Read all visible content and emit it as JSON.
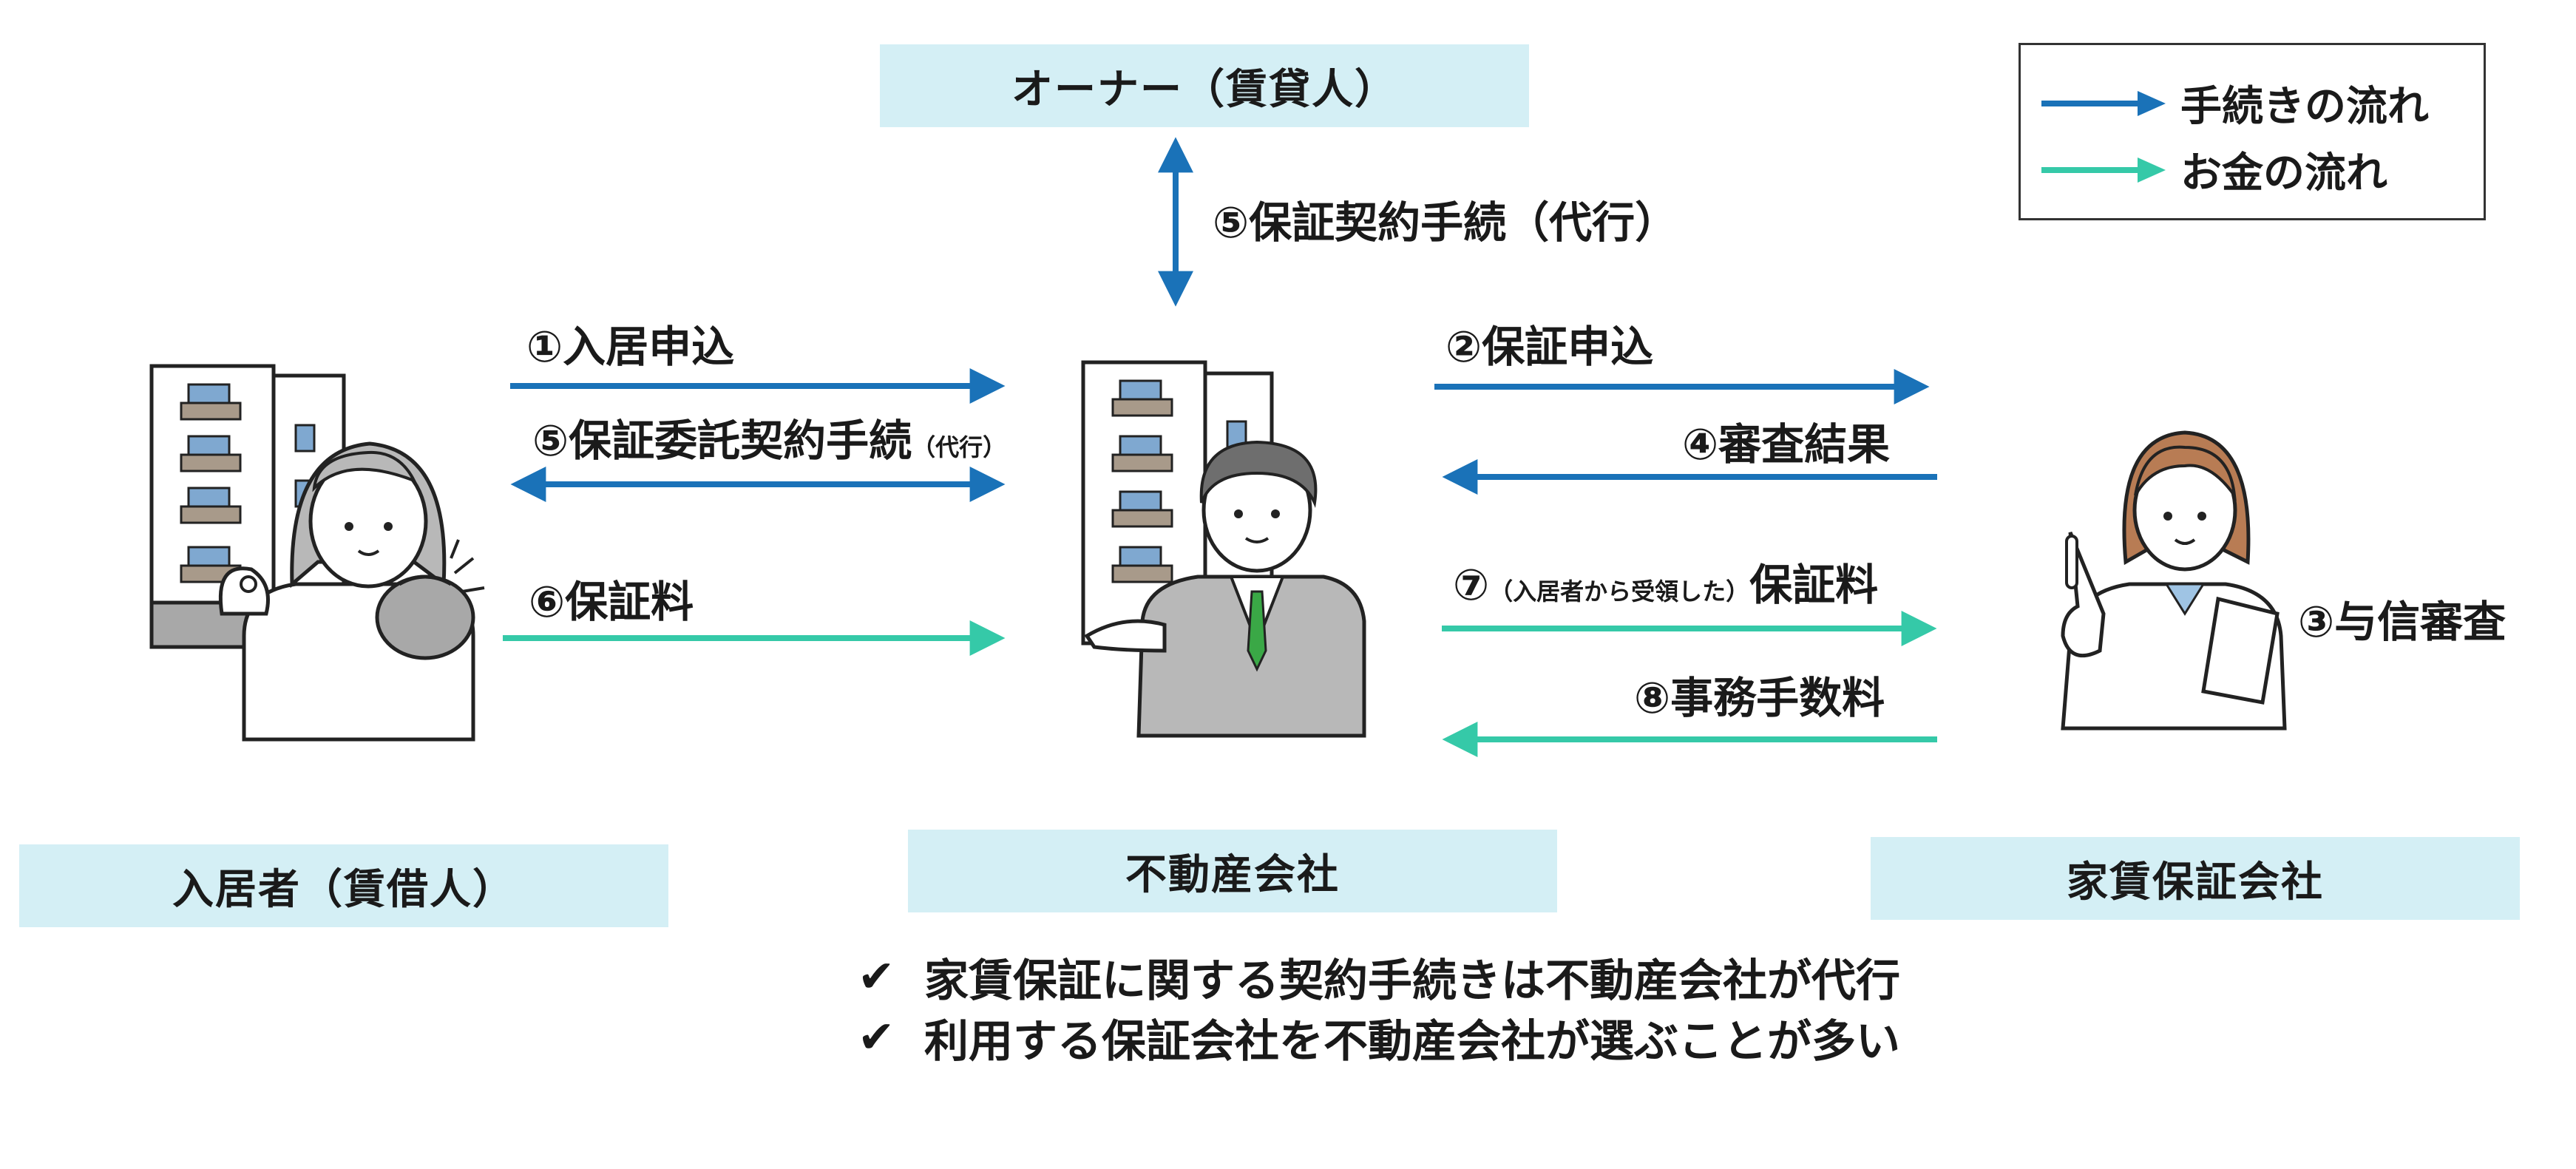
{
  "colors": {
    "procedure": "#1a72b8",
    "money": "#35c9a8",
    "box_bg": "#d4eff5"
  },
  "legend": {
    "procedure": "手続きの流れ",
    "money": "お金の流れ"
  },
  "owner_box": "オーナー（賃貸人）",
  "tenant_box": "入居者（賃借人）",
  "agency_box": "不動産会社",
  "guarantor_box": "家賃保証会社",
  "owner_agency_label": "⑤保証契約手続（代行）",
  "left_flows": {
    "f1": "①入居申込",
    "f5_main": "⑤保証委託契約手続",
    "f5_small": "（代行）",
    "f6": "⑥保証料"
  },
  "right_flows": {
    "f2": "②保証申込",
    "f4": "④審査結果",
    "f7_num": "⑦",
    "f7_small": "（入居者から受領した）",
    "f7_main": "保証料",
    "f8": "⑧事務手数料"
  },
  "guarantor_action": "③与信審査",
  "notes": [
    {
      "check": "✔",
      "text": "家賃保証に関する契約手続きは不動産会社が代行"
    },
    {
      "check": "✔",
      "text": "利用する保証会社を不動産会社が選ぶことが多い"
    }
  ]
}
